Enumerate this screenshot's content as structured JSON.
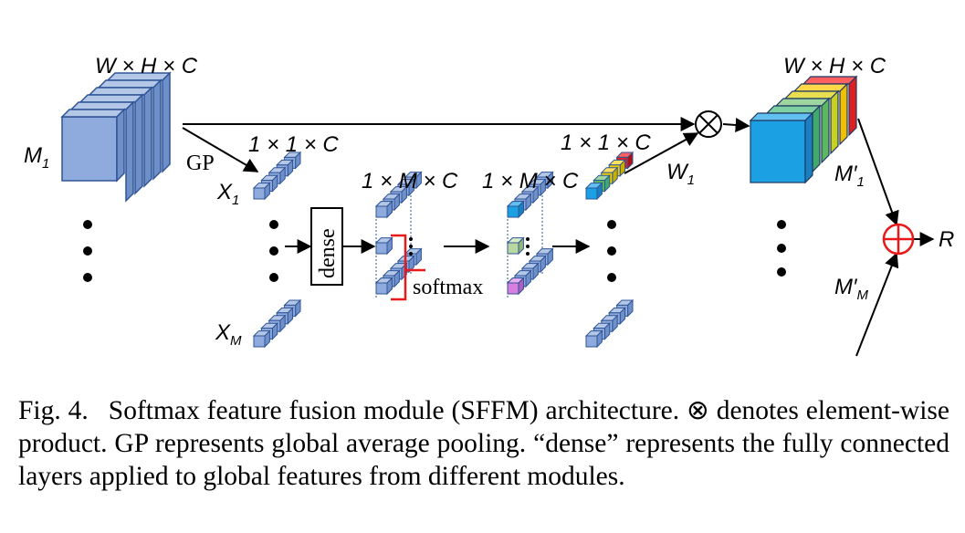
{
  "figure": {
    "input_size_label": "W × H × C",
    "output_size_label": "W × H × C",
    "m1_label": "M",
    "m1_sub": "1",
    "gp_label": "GP",
    "vec_size_label": "1 × 1 × C",
    "x1_label": "X",
    "x1_sub": "1",
    "xm_label": "X",
    "xm_sub": "M",
    "dense_label": "dense",
    "stack_size_label_1": "1 × M × C",
    "stack_size_label_2": "1 × M × C",
    "softmax_label": "softmax",
    "weight_size_label": "1 × 1 × C",
    "w1_label": "W",
    "w1_sub": "1",
    "m1p_label": "M′",
    "m1p_sub": "1",
    "mmp_label": "M′",
    "mmp_sub": "M",
    "result_label": "R"
  },
  "caption": {
    "fig_number": "Fig. 4.",
    "text": "Softmax feature fusion module (SFFM) architecture. ⊗ denotes element-wise product. GP represents global average pooling. “dense” represents the fully connected layers applied to global features from different modules."
  },
  "colors": {
    "cube_face": "#8faadc",
    "cube_side": "#6f8fc9",
    "cube_edge": "#2f5597",
    "out_blue": "#1ca0e4",
    "out_green": "#5cb85c",
    "out_yellow": "#f0d000",
    "out_red": "#e02020",
    "sum_red": "#e8191b"
  }
}
